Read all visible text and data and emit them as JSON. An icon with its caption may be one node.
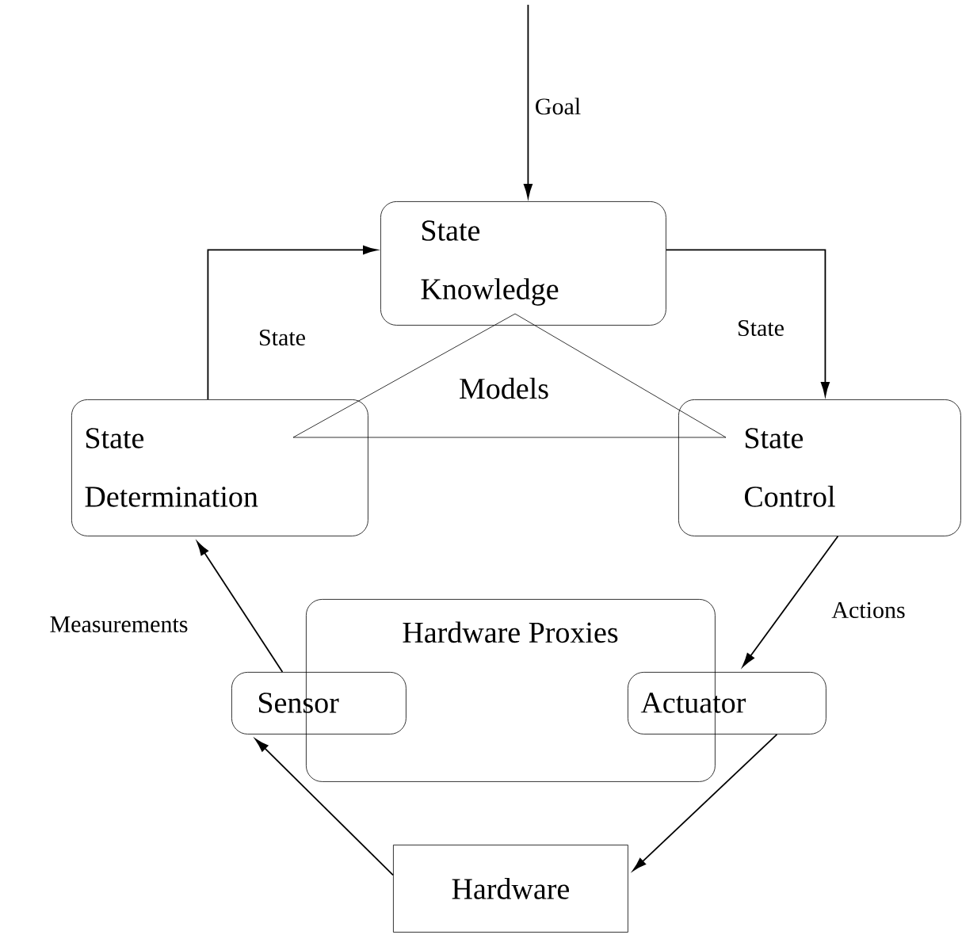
{
  "diagram": {
    "nodes": [
      {
        "text": [
          "State Knowledge"
        ]
      },
      {
        "text": [
          "Models"
        ]
      },
      {
        "text": [
          "State Determination"
        ]
      },
      {
        "text": [
          "State Control"
        ]
      },
      {
        "text": [
          "Hardware Proxies"
        ]
      },
      {
        "text": [
          "Sensor"
        ]
      },
      {
        "text": [
          "Actuator"
        ]
      },
      {
        "text": [
          "Hardware"
        ]
      }
    ],
    "edges": [
      {
        "from": null,
        "to": 0,
        "arrow": "to",
        "label": "Goal"
      },
      {
        "from": 2,
        "to": 0,
        "arrow": "to",
        "label": "State"
      },
      {
        "from": 0,
        "to": 3,
        "arrow": "to",
        "label": "State"
      },
      {
        "from": 5,
        "to": 2,
        "arrow": "to",
        "label": "Measurements"
      },
      {
        "from": 3,
        "to": 6,
        "arrow": "to",
        "label": "Actions"
      },
      {
        "from": 7,
        "to": 5,
        "arrow": "to"
      },
      {
        "from": 6,
        "to": 7,
        "arrow": "to"
      }
    ]
  }
}
